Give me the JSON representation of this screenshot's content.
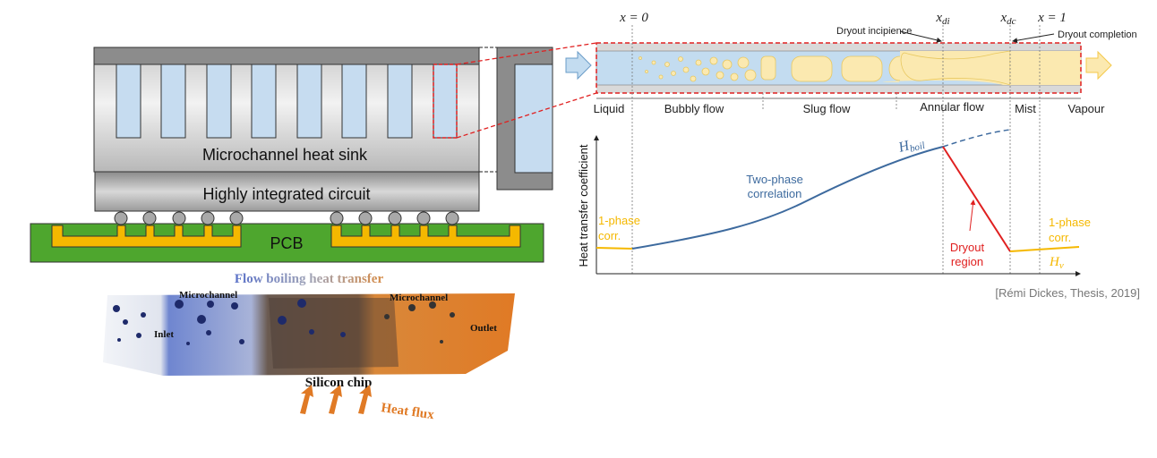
{
  "left_diagram": {
    "heat_sink_label": "Microchannel heat sink",
    "circuit_label": "Highly integrated circuit",
    "pcb_label": "PCB"
  },
  "bottom_illustration": {
    "title": "Flow boiling heat transfer",
    "microchannel_left": "Microchannel",
    "microchannel_right": "Microchannel",
    "inlet": "Inlet",
    "outlet": "Outlet",
    "chip": "Silicon chip",
    "heat_flux": "Heat flux"
  },
  "flow_diagram": {
    "markers": {
      "x0": "x = 0",
      "xdi": "x",
      "xdi_sub": "di",
      "xdc": "x",
      "xdc_sub": "dc",
      "x1": "x = 1"
    },
    "dryout_incipience": "Dryout incipience",
    "dryout_completion": "Dryout completion",
    "regimes": [
      "Liquid",
      "Bubbly flow",
      "Slug flow",
      "Annular flow",
      "Mist",
      "Vapour"
    ],
    "y_axis_label": "Heat transfer coefficient",
    "two_phase_label": [
      "Two-phase",
      "correlation"
    ],
    "h_boil": "H",
    "h_boil_sub": "boil",
    "single_phase_left": [
      "1-phase",
      "corr."
    ],
    "single_phase_right": [
      "1-phase",
      "corr."
    ],
    "h_v": "H",
    "h_v_sub": "v",
    "dryout_region": [
      "Dryout",
      "region"
    ],
    "colors": {
      "two_phase": "#3d6a9e",
      "dryout": "#e02020",
      "single_phase": "#f5b800",
      "liquid": "#c3dcf0",
      "vapour": "#fbe9b0"
    }
  },
  "citation": "[Rémi Dickes, Thesis, 2019]"
}
